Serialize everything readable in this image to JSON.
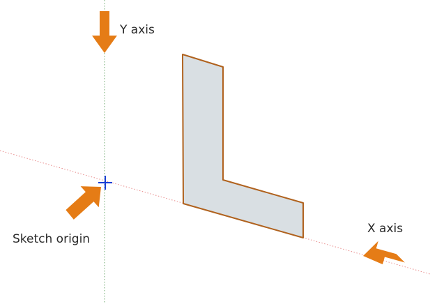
{
  "labels": {
    "y_axis": "Y axis",
    "x_axis": "X axis",
    "sketch_origin": "Sketch origin"
  },
  "colors": {
    "background": "#ffffff",
    "arrow": "#e57c16",
    "x_axis_line": "#e88a8a",
    "y_axis_line": "#6fa86f",
    "origin_marker": "#1a3fd6",
    "shape_fill": "#d9dfe3",
    "shape_stroke": "#b0621e",
    "text": "#2a2a2a"
  },
  "icons": {
    "origin_marker": "plus-icon",
    "pointer": "arrow-icon"
  }
}
